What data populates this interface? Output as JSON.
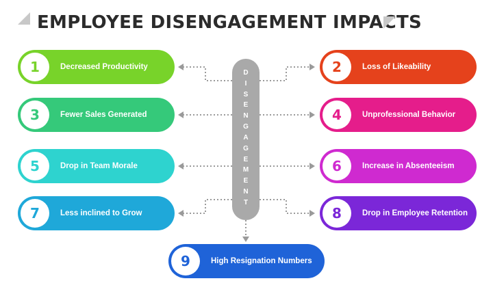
{
  "title": "EMPLOYEE DISENGAGEMENT IMPACTS",
  "center_label": "DISENGAGEMENT",
  "impacts": [
    {
      "number": "1",
      "label": "Decreased Productivity",
      "color": "#78d32a"
    },
    {
      "number": "2",
      "label": "Loss of Likeability",
      "color": "#e5421c"
    },
    {
      "number": "3",
      "label": "Fewer Sales Generated",
      "color": "#35c97a"
    },
    {
      "number": "4",
      "label": "Unprofessional Behavior",
      "color": "#e51d8b"
    },
    {
      "number": "5",
      "label": "Drop in Team Morale",
      "color": "#2ed3cf"
    },
    {
      "number": "6",
      "label": "Increase in Absenteeism",
      "color": "#cf2ad0"
    },
    {
      "number": "7",
      "label": "Less inclined to Grow",
      "color": "#1fa8d9"
    },
    {
      "number": "8",
      "label": "Drop in Employee Retention",
      "color": "#7b27d8"
    },
    {
      "number": "9",
      "label": "High Resignation Numbers",
      "color": "#1f63d8"
    }
  ]
}
